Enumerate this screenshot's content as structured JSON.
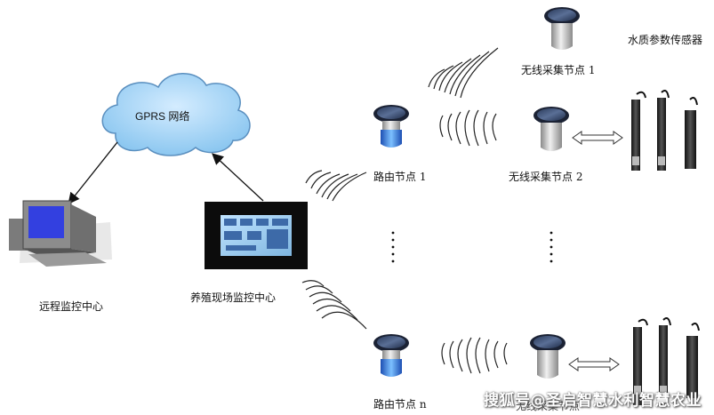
{
  "cloud": {
    "label": "GPRS 网络"
  },
  "nodes": {
    "remote_center": "远程监控中心",
    "site_center": "养殖现场监控中心",
    "router_1": "路由节点 1",
    "router_n": "路由节点 n",
    "collector_1": "无线采集节点 1",
    "collector_2": "无线采集节点 2",
    "collector_n": "无线采集节点",
    "sensor_group": "水质参数传感器"
  },
  "watermark": "搜狐号@圣启智慧水利智慧农业"
}
